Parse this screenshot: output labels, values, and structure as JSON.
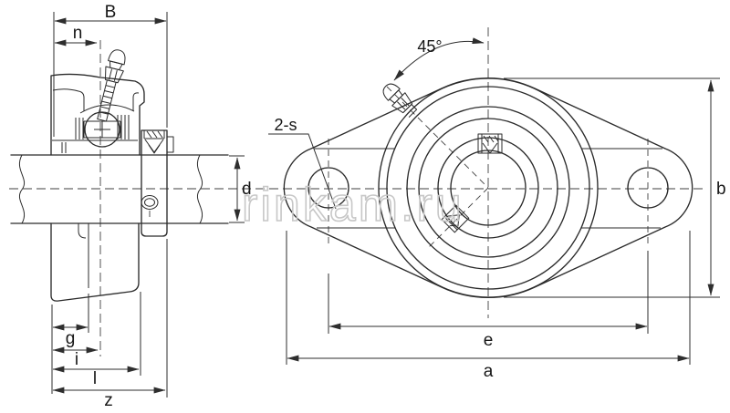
{
  "watermark": "rinkam.ru",
  "dimensions": {
    "left_view": {
      "B": "B",
      "n": "n",
      "d": "d",
      "g": "g",
      "i": "i",
      "l": "l",
      "z": "z"
    },
    "right_view": {
      "angle": "45°",
      "holes": "2-s",
      "b": "b",
      "e": "e",
      "a": "a"
    }
  },
  "colors": {
    "line": "#2b2b2b",
    "centerline": "#3f3f3f",
    "watermark": "#c7c7c7",
    "background": "#ffffff"
  }
}
